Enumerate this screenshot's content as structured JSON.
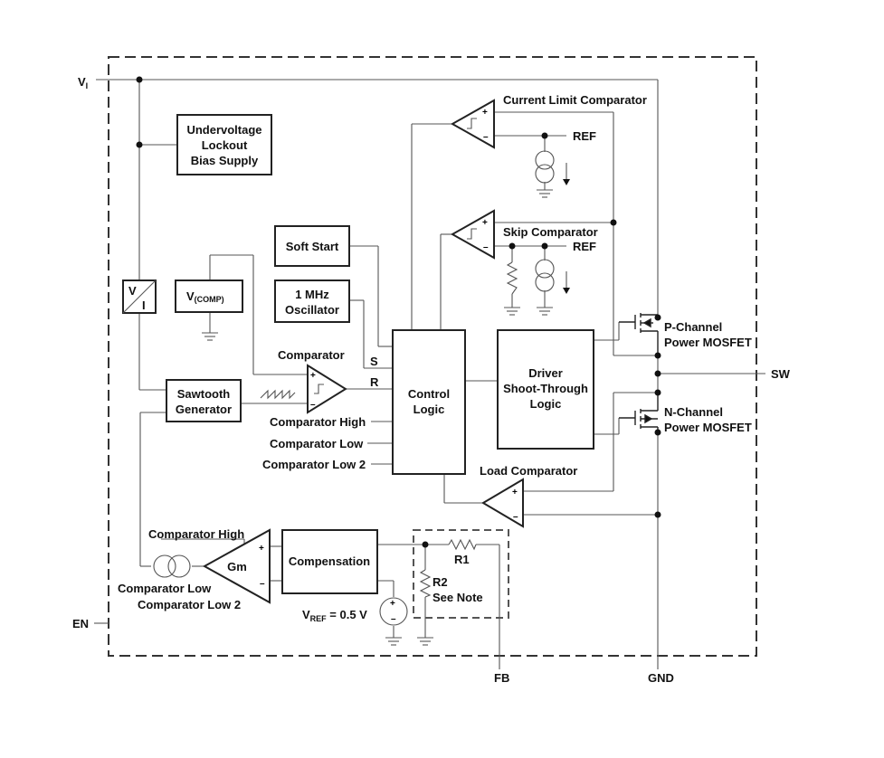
{
  "pins": {
    "vi": "V",
    "vi_sub": "I",
    "en": "EN",
    "sw": "SW",
    "fb": "FB",
    "gnd": "GND"
  },
  "blocks": {
    "uvlo": [
      "Undervoltage",
      "Lockout",
      "Bias Supply"
    ],
    "soft_start": "Soft Start",
    "oscillator": [
      "1 MHz",
      "Oscillator"
    ],
    "vcomp": "V",
    "vcomp_sub": "(COMP)",
    "vi_conv_top": "V",
    "vi_conv_bottom": "I",
    "sawtooth": [
      "Sawtooth",
      "Generator"
    ],
    "control": [
      "Control",
      "Logic"
    ],
    "driver": [
      "Driver",
      "Shoot-Through",
      "Logic"
    ],
    "compensation": "Compensation",
    "gm": "Gm"
  },
  "labels": {
    "current_limit": "Current Limit Comparator",
    "skip": "Skip Comparator",
    "ref1": "REF",
    "ref2": "REF",
    "comparator": "Comparator",
    "s": "S",
    "r": "R",
    "comp_high": "Comparator High",
    "comp_low": "Comparator Low",
    "comp_low2": "Comparator Low 2",
    "load_comp": "Load Comparator",
    "pch": [
      "P-Channel",
      "Power MOSFET"
    ],
    "nch": [
      "N-Channel",
      "Power MOSFET"
    ],
    "gm_high": "Comparator High",
    "gm_low": "Comparator Low",
    "gm_low2": "Comparator Low 2",
    "r1": "R1",
    "r2": "R2",
    "see_note": "See Note",
    "vref_v": "V",
    "vref_sub": "REF",
    "vref_val": " = 0.5 V"
  }
}
